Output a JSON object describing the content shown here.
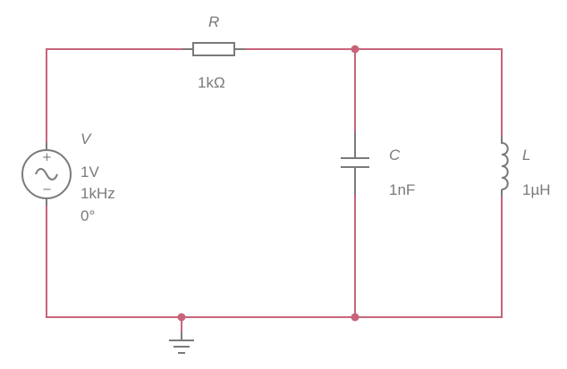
{
  "circuit": {
    "source": {
      "name": "V",
      "amplitude": "1V",
      "frequency": "1kHz",
      "phase": "0°",
      "plus_sign": "+",
      "minus_sign": "−",
      "symbol": "ac-sine-icon"
    },
    "resistor": {
      "name": "R",
      "value": "1kΩ"
    },
    "capacitor": {
      "name": "C",
      "value": "1nF"
    },
    "inductor": {
      "name": "L",
      "value": "1µH"
    },
    "ground": {
      "symbol": "ground-icon"
    },
    "colors": {
      "wire": "#c8647a",
      "component": "#7a7a7a",
      "background": "#ffffff"
    }
  }
}
